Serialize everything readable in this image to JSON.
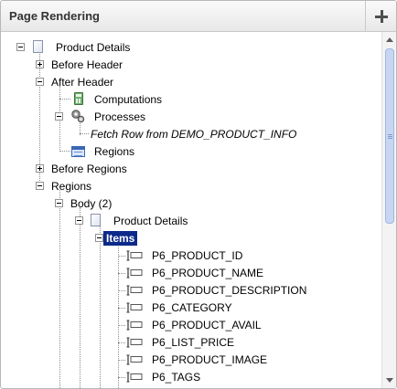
{
  "panel": {
    "title": "Page Rendering",
    "add_button_icon": "plus-icon"
  },
  "tree": {
    "root": "Product Details",
    "before_header": "Before Header",
    "after_header": "After Header",
    "computations": "Computations",
    "processes": "Processes",
    "fetch_row": "Fetch Row from DEMO_PRODUCT_INFO",
    "regions_child": "Regions",
    "before_regions": "Before Regions",
    "regions": "Regions",
    "body": "Body (2)",
    "region_product_details": "Product Details",
    "items": "Items",
    "item_list": [
      "P6_PRODUCT_ID",
      "P6_PRODUCT_NAME",
      "P6_PRODUCT_DESCRIPTION",
      "P6_CATEGORY",
      "P6_PRODUCT_AVAIL",
      "P6_LIST_PRICE",
      "P6_PRODUCT_IMAGE",
      "P6_TAGS"
    ]
  },
  "colors": {
    "selection_bg": "#0b2a8a",
    "selection_text": "#ffffff"
  }
}
